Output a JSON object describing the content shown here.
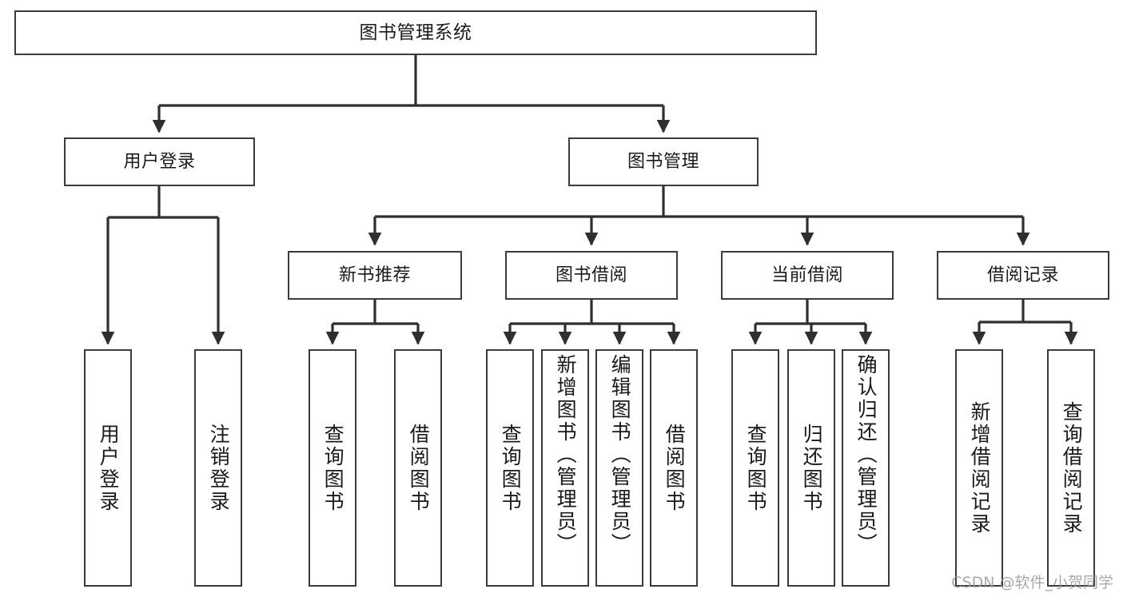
{
  "diagram": {
    "title": "图书管理系统",
    "type": "tree-hierarchy-diagram",
    "watermark": "CSDN @软件_小贺同学",
    "colors": {
      "background": "#ffffff",
      "box_border": "#3b3b3b",
      "connector": "#2f2f2f",
      "text": "#1a1a1a",
      "watermark": "#9a9a9a"
    },
    "root": {
      "label": "图书管理系统"
    },
    "level2": [
      {
        "label": "用户登录"
      },
      {
        "label": "图书管理"
      }
    ],
    "level3": [
      {
        "label": "新书推荐"
      },
      {
        "label": "图书借阅"
      },
      {
        "label": "当前借阅"
      },
      {
        "label": "借阅记录"
      }
    ],
    "leaves": {
      "user_login": [
        {
          "label": "用户登录"
        },
        {
          "label": "注销登录"
        }
      ],
      "new_book_recommend": [
        {
          "label": "查询图书"
        },
        {
          "label": "借阅图书"
        }
      ],
      "book_borrow": [
        {
          "label": "查询图书"
        },
        {
          "label": "新增图书（管理员）"
        },
        {
          "label": "编辑图书（管理员）"
        },
        {
          "label": "借阅图书"
        }
      ],
      "current_borrow": [
        {
          "label": "查询图书"
        },
        {
          "label": "归还图书"
        },
        {
          "label": "确认归还（管理员）"
        }
      ],
      "borrow_record": [
        {
          "label": "新增借阅记录"
        },
        {
          "label": "查询借阅记录"
        }
      ]
    }
  }
}
